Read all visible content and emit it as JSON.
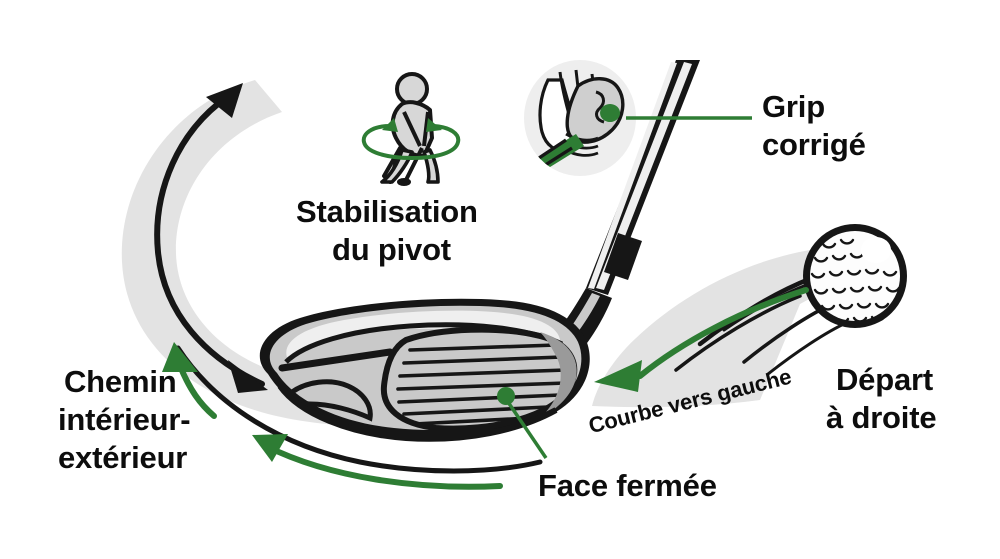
{
  "illustration": {
    "title_alt": "Diagramme de correction du swing de golf",
    "background_color": "#ffffff",
    "accent_green": "#2e7d34",
    "ink_black": "#161616",
    "band_gray": "#e3e3e3",
    "club_gray": "#c9c9c9",
    "club_gray_dark": "#9a9a9a",
    "club_gray_light": "#efefef"
  },
  "labels": {
    "grip": {
      "line1": "Grip",
      "line2": "corrigé"
    },
    "pivot": {
      "line1": "Stabilisation",
      "line2": "du pivot"
    },
    "path": {
      "line1": "Chemin",
      "line2": "intérieur-",
      "line3": "extérieur"
    },
    "face": {
      "line1": "Face fermée"
    },
    "curve": {
      "line1": "Courbe vers gauche"
    },
    "start": {
      "line1": "Départ",
      "line2": "à droite"
    }
  },
  "figures": {
    "golfer_icon": "golfer-address-rotation-icon",
    "grip_icon": "hands-grip-club-icon",
    "ball": "golf-ball-dimpled",
    "club": "driver-club-head-with-grooves",
    "swing_band": "swing-path-band",
    "flight_band": "ball-flight-band"
  },
  "arrows": {
    "swing_top": "black-curved-double-arrow-swing-plane",
    "inside_out": "green-curved-arrow-in-to-out-path",
    "outside_in_black": "black-curved-line-old-path",
    "ball_curve": "green-arrow-ball-curving-left",
    "pivot_left": "green-rotation-arrow-left",
    "pivot_right": "green-rotation-arrow-right"
  },
  "leaders": {
    "grip_leader": "green-leader-line-grip",
    "face_leader": "green-leader-line-face"
  }
}
